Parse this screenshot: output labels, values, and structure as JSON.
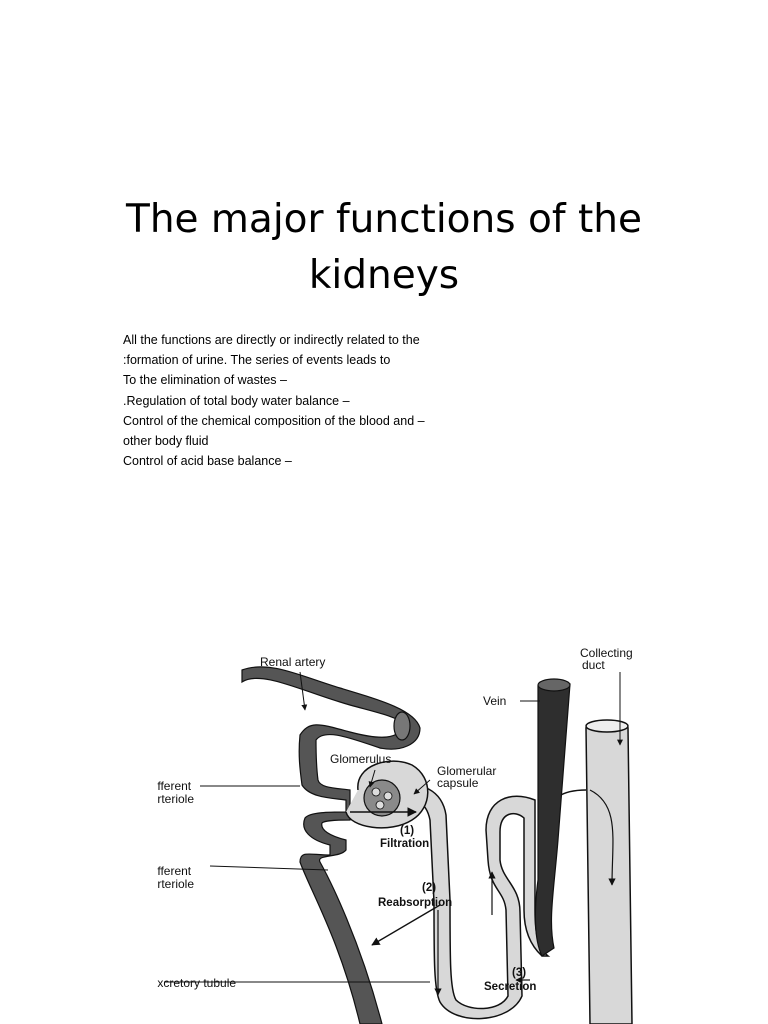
{
  "slide": {
    "title_lines": [
      "The major functions of the",
      "kidneys"
    ],
    "body_lines": [
      "All the functions are directly or indirectly related to the",
      ":formation of urine. The series of events leads to",
      "To the elimination of wastes –",
      ".Regulation of total body water balance –",
      "Control of the chemical composition of the blood and –",
      "other body fluid",
      "Control of acid base balance –"
    ]
  },
  "diagram": {
    "labels": {
      "renal_artery": "Renal artery",
      "collecting_duct_1": "Collecting",
      "collecting_duct_2": "duct",
      "vein": "Vein",
      "glomerulus": "Glomerulus",
      "glomerular_capsule_1": "Glomerular",
      "glomerular_capsule_2": "capsule",
      "afferent_1": " fferent",
      "afferent_2": " rteriole",
      "efferent_1": " fferent",
      "efferent_2": " rteriole",
      "filtration_num": "(1)",
      "filtration": "Filtration",
      "reabsorption_num": "(2)",
      "reabsorption": "Reabsorption",
      "secretion_num": "(3)",
      "secretion": "Secretion",
      "excretory_tubule": " xcretory tubule"
    },
    "colors": {
      "vessel_dark": "#555555",
      "vein_dark": "#2e2e2e",
      "tubule_light": "#d8d8d8",
      "outline": "#111111"
    }
  }
}
